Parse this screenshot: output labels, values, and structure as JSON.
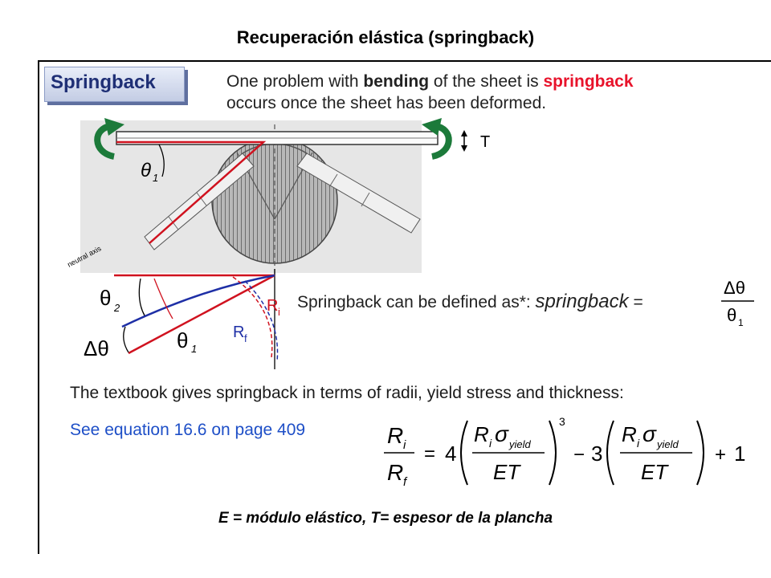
{
  "page": {
    "title": "Recuperación elástica (springback)",
    "footer": "E = módulo elástico, T= espesor de la plancha"
  },
  "slide": {
    "tag_label": "Springback",
    "intro": {
      "part1": "One problem with ",
      "bold": "bending",
      "part2": " of the sheet is ",
      "red": "springback",
      "line2": "occurs once the sheet has been deformed."
    },
    "figure_labels": {
      "thickness": "T",
      "theta": "θ",
      "sub1": "1",
      "sub2": "2",
      "delta_theta": "Δθ",
      "neutral_axis": "neutral axis",
      "ri_letter": "R",
      "ri_sub": "i",
      "rf_letter": "R",
      "rf_sub": "f"
    },
    "definition": {
      "text": "Springback can be  defined as*: ",
      "term": "springback",
      "equals": " = ",
      "numerator": "Δθ",
      "denominator_symbol": "θ",
      "denominator_sub": "1"
    },
    "textbook_line": "The textbook gives springback in terms of radii, yield stress and thickness:",
    "equation_ref": "See equation 16.6 on page 409",
    "equation": {
      "R": "R",
      "i": "i",
      "f": "f",
      "equals": "=",
      "four": "4",
      "three": "3",
      "exp": "3",
      "minus": "−",
      "plus": "+",
      "one": "1",
      "sigma": "σ",
      "yield": "yield",
      "ET": "ET"
    }
  }
}
